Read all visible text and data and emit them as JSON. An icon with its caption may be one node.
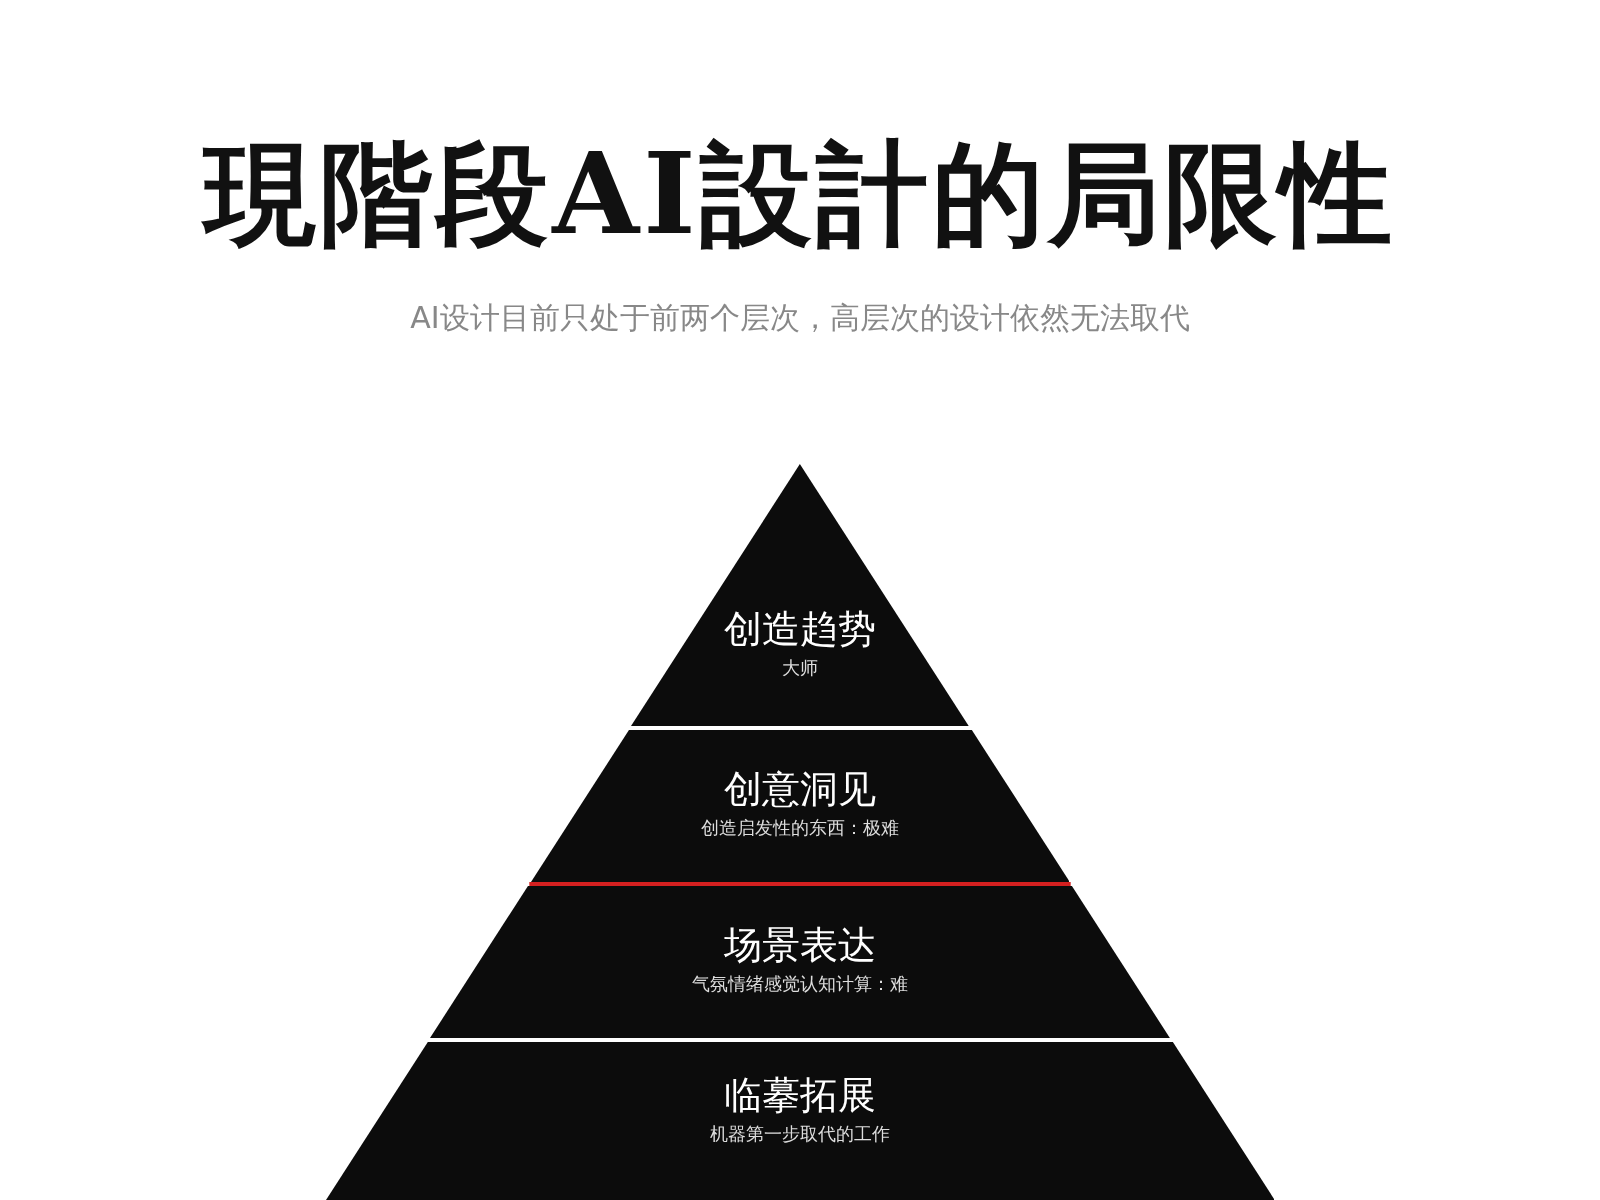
{
  "diagram": {
    "title": "現階段AI設計的局限性",
    "nodes": [
      {
        "text": [
          "创造趋势",
          "大师"
        ]
      },
      {
        "text": [
          "创意洞见",
          "创造启发性的东西：极难"
        ]
      },
      {
        "text": [
          "场景表达",
          "气氛情绪感觉认知计算：难"
        ]
      },
      {
        "text": [
          "临摹拓展",
          "机器第一步取代的工作"
        ]
      }
    ],
    "labels": [
      "AI设计目前只处于前两个层次，高层次的设计依然无法取代"
    ]
  }
}
